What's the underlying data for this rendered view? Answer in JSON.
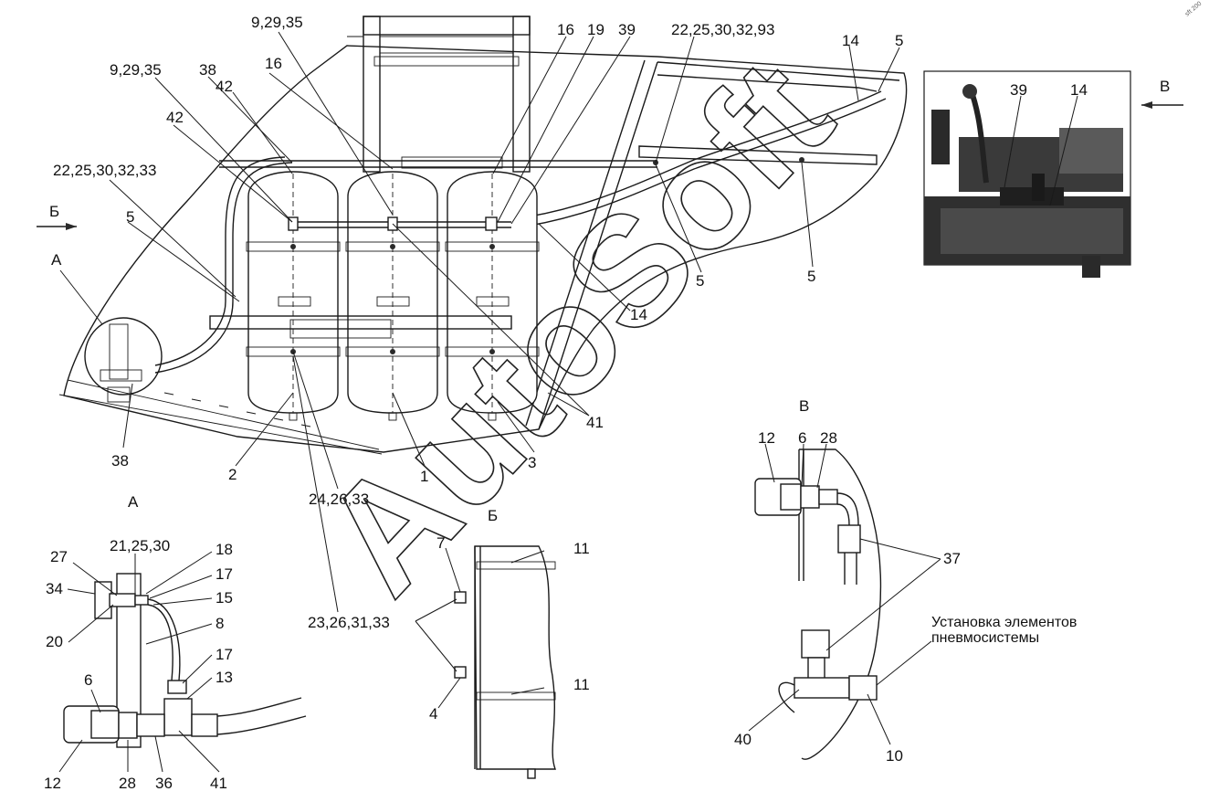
{
  "watermark": "AutoSoft",
  "corner_mark": "sft 200",
  "views": {
    "A": "А",
    "B_cyr": "Б",
    "V": "В",
    "B_main_arrow": "Б",
    "V_main_arrow": "В",
    "A_main": "А"
  },
  "note_line1": "Установка элементов",
  "note_line2": "пневмосистемы",
  "main_labels": {
    "l_9_29_35_top": "9,29,35",
    "l_9_29_35_left": "9,29,35",
    "l_16_top": "16",
    "l_19": "19",
    "l_39": "39",
    "l_22_top": "22,25,30,32,93",
    "l_14_top": "14",
    "l_5_top": "5",
    "l_38_top": "38",
    "l_16_mid": "16",
    "l_42_a": "42",
    "l_42_b": "42",
    "l_22_left": "22,25,30,32,33",
    "l_5_left": "5",
    "l_5_mid": "5",
    "l_5_right": "5",
    "l_14_mid": "14",
    "l_41": "41",
    "l_38_bot": "38",
    "l_2": "2",
    "l_1": "1",
    "l_3": "3",
    "l_24": "24,26,33",
    "l_23": "23,26,31,33"
  },
  "detail_a_labels": {
    "l27": "27",
    "l21": "21,25,30",
    "l18": "18",
    "l17a": "17",
    "l34": "34",
    "l15": "15",
    "l20": "20",
    "l8": "8",
    "l17b": "17",
    "l13": "13",
    "l6": "6",
    "l12": "12",
    "l28": "28",
    "l36": "36",
    "l41": "41"
  },
  "detail_b_labels": {
    "l7": "7",
    "l11a": "11",
    "l4": "4",
    "l11b": "11"
  },
  "detail_v_labels": {
    "l12": "12",
    "l6": "6",
    "l28": "28",
    "l37": "37",
    "l40": "40",
    "l10": "10"
  },
  "photo_labels": {
    "l39": "39",
    "l14": "14"
  }
}
